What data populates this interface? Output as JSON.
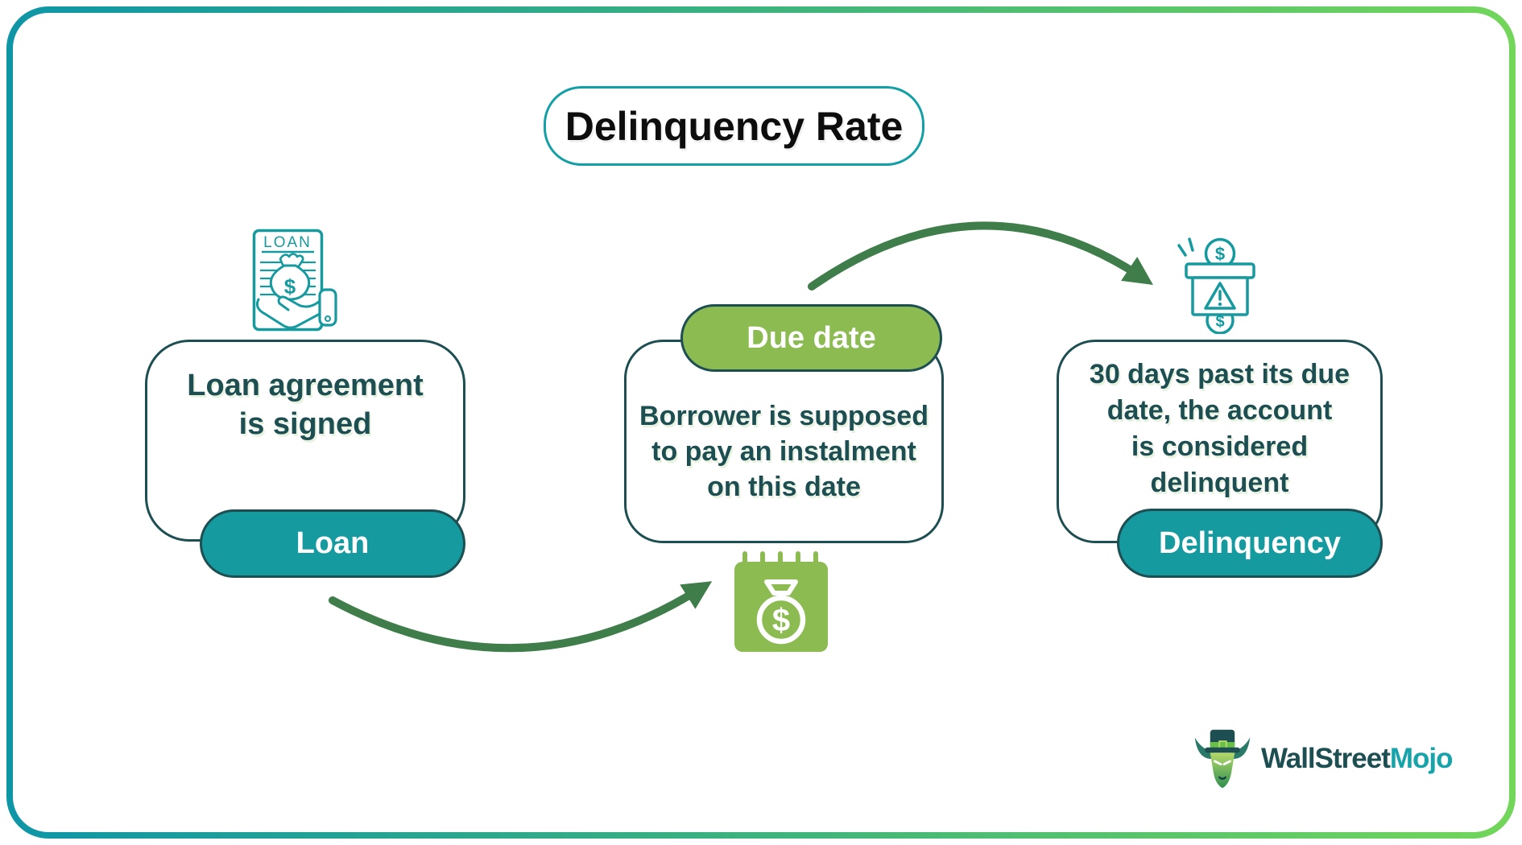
{
  "title": "Delinquency Rate",
  "stages": [
    {
      "name": "loan",
      "icon": "loan-agreement-icon",
      "icon_label": "LOAN",
      "icon_symbol": "$",
      "description": "Loan agreement\nis signed",
      "badge": "Loan"
    },
    {
      "name": "due-date",
      "badge": "Due date",
      "description": "Borrower is supposed\nto pay an instalment\non this date",
      "icon": "calendar-payment-icon",
      "icon_symbol": "$"
    },
    {
      "name": "delinquency",
      "icon": "delinquent-account-icon",
      "icon_symbol_top": "$",
      "icon_warning": "!",
      "icon_symbol_bottom": "$",
      "description": "30 days past its due\ndate, the account\nis considered\ndelinquent",
      "badge": "Delinquency"
    }
  ],
  "logo": {
    "text_primary": "WallStreet",
    "text_secondary": "Mojo"
  },
  "colors": {
    "teal": "#149a9f",
    "dark_teal": "#1d4f52",
    "green": "#8cbb52",
    "arrow_green": "#3f7d4a",
    "title_border_teal": "#12a0a6",
    "border_gradient_start": "#0e96a7",
    "border_gradient_end": "#72d65a",
    "title_text": "#0d0d0d",
    "logo_secondary_teal": "#16a3a9"
  }
}
